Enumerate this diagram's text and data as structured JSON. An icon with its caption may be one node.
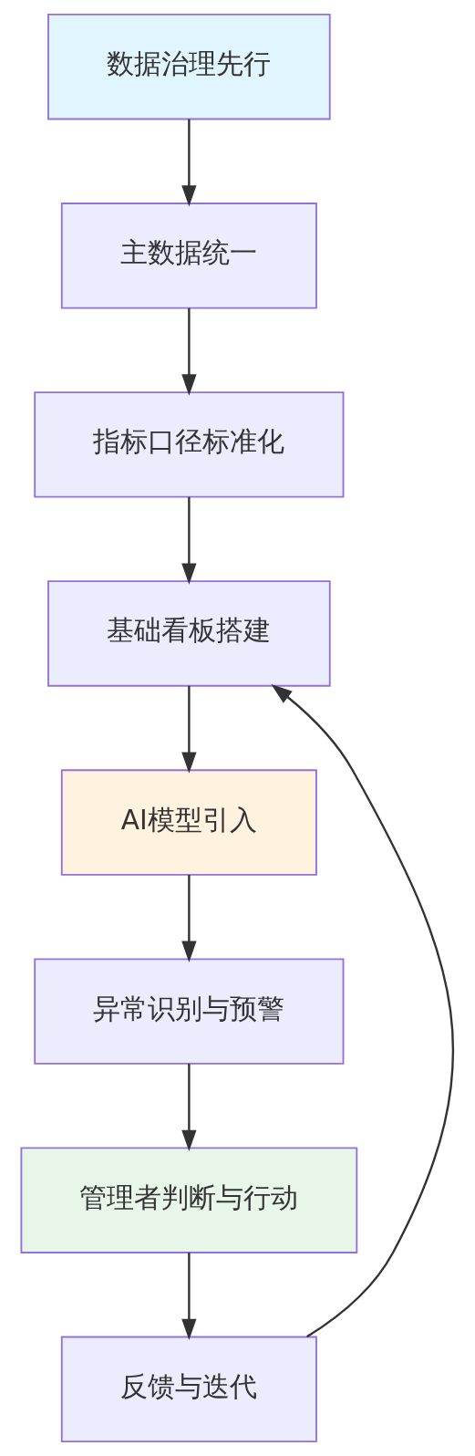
{
  "diagram": {
    "nodes": [
      {
        "text": [
          "数据治理先行"
        ]
      },
      {
        "text": [
          "主数据统一"
        ]
      },
      {
        "text": [
          "指标口径标准化"
        ]
      },
      {
        "text": [
          "基础看板搭建"
        ]
      },
      {
        "text": [
          "AI模型引入"
        ]
      },
      {
        "text": [
          "异常识别与预警"
        ]
      },
      {
        "text": [
          "管理者判断与行动"
        ]
      },
      {
        "text": [
          "反馈与迭代"
        ]
      }
    ],
    "edges": [
      {
        "from": 0,
        "to": 1,
        "arrow": "to"
      },
      {
        "from": 1,
        "to": 2,
        "arrow": "to"
      },
      {
        "from": 2,
        "to": 3,
        "arrow": "to"
      },
      {
        "from": 3,
        "to": 4,
        "arrow": "to"
      },
      {
        "from": 4,
        "to": 5,
        "arrow": "to"
      },
      {
        "from": 5,
        "to": 6,
        "arrow": "to"
      },
      {
        "from": 6,
        "to": 7,
        "arrow": "to"
      },
      {
        "from": 7,
        "to": 3,
        "arrow": "to"
      }
    ]
  }
}
